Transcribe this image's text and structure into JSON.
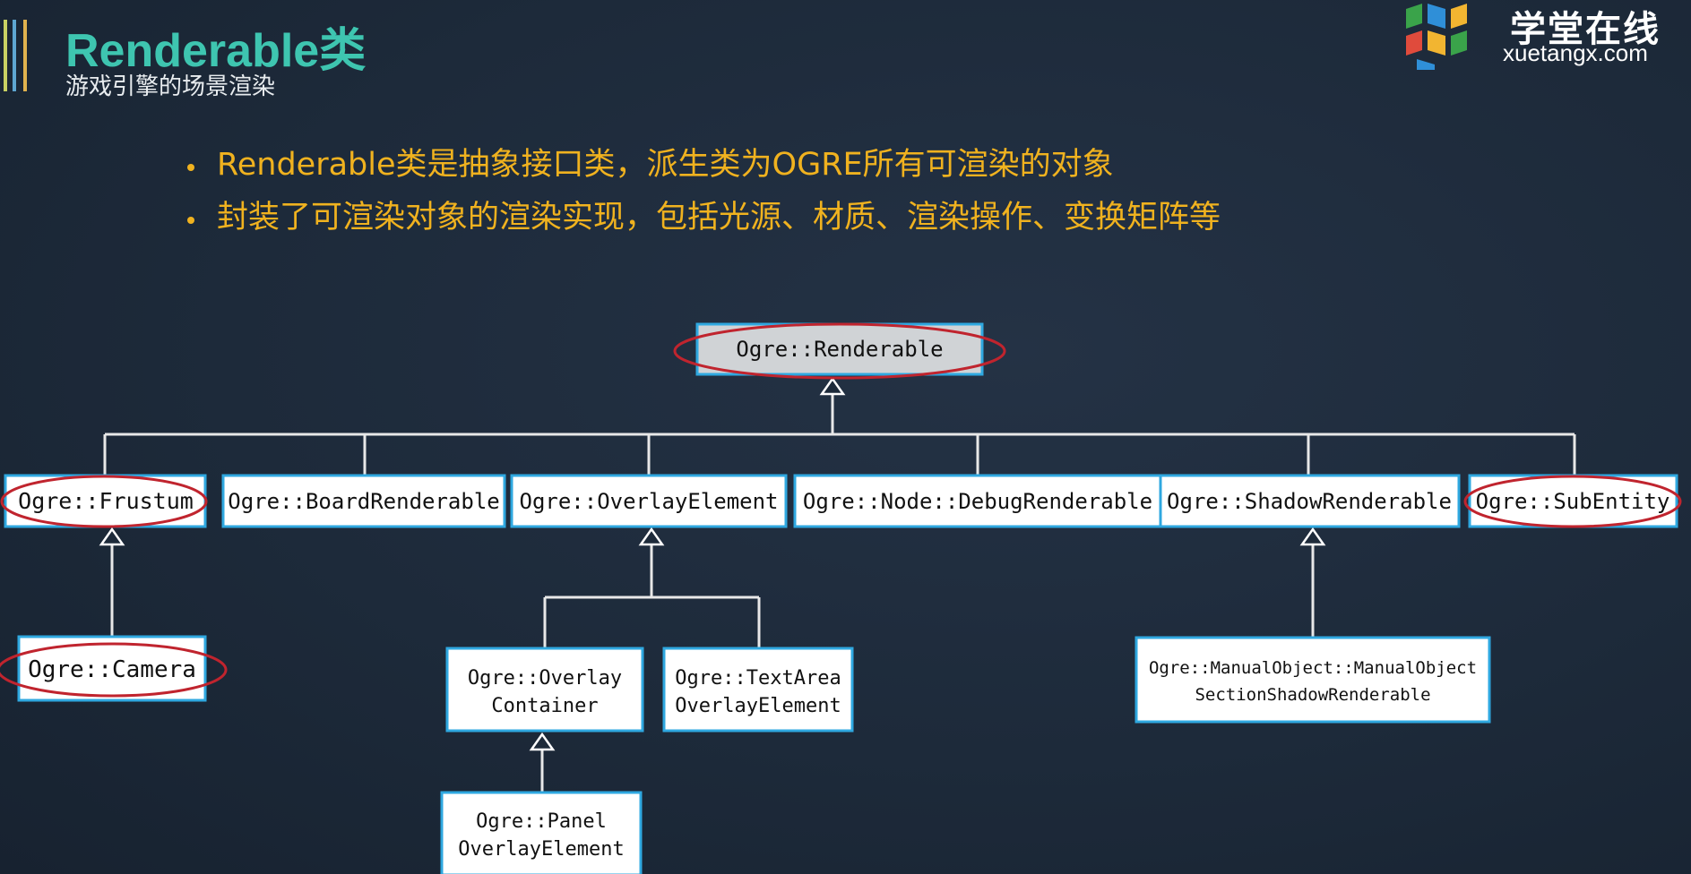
{
  "header": {
    "title": "Renderable类",
    "subtitle": "游戏引擎的场景渲染"
  },
  "logo": {
    "name": "学堂在线",
    "url": "xuetangx.com"
  },
  "bullets": [
    "Renderable类是抽象接口类，派生类为OGRE所有可渲染的对象",
    "封装了可渲染对象的渲染实现，包括光源、材质、渲染操作、变换矩阵等"
  ],
  "diagram": {
    "root": "Ogre::Renderable",
    "level1": {
      "frustum": "Ogre::Frustum",
      "board": "Ogre::BoardRenderable",
      "overlay_element": "Ogre::OverlayElement",
      "node_debug": "Ogre::Node::DebugRenderable",
      "shadow": "Ogre::ShadowRenderable",
      "subentity": "Ogre::SubEntity"
    },
    "camera": "Ogre::Camera",
    "overlay_container": [
      "Ogre::Overlay",
      "Container"
    ],
    "textarea": [
      "Ogre::TextArea",
      "OverlayElement"
    ],
    "panel": [
      "Ogre::Panel",
      "OverlayElement"
    ],
    "manual_shadow": [
      "Ogre::ManualObject::ManualObject",
      "SectionShadowRenderable"
    ]
  },
  "colors": {
    "title": "#3ec5b0",
    "bullet_text": "#f0b21f",
    "box_border": "#2fa8e0",
    "highlight_ellipse": "#c0242e",
    "root_fill": "#d0d3d6"
  }
}
